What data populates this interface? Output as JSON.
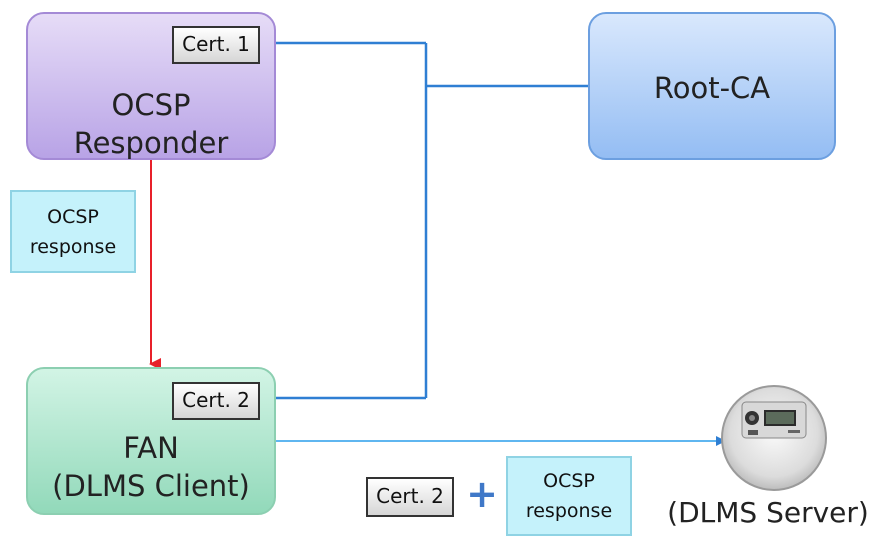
{
  "nodes": {
    "ocsp_responder": {
      "title": "OCSP\nResponder",
      "cert": "Cert. 1"
    },
    "root_ca": {
      "title": "Root-CA"
    },
    "fan": {
      "title": "FAN\n(DLMS Client)",
      "cert": "Cert. 2"
    },
    "dlms_server": {
      "label": "(DLMS Server)"
    }
  },
  "messages": {
    "ocsp_response_left": "OCSP\nresponse",
    "bundle": {
      "cert": "Cert. 2",
      "plus": "+",
      "response": "OCSP\nresponse"
    }
  },
  "colors": {
    "red_arrow": "#e8202a",
    "blue_arrow": "#2f7fd3"
  }
}
